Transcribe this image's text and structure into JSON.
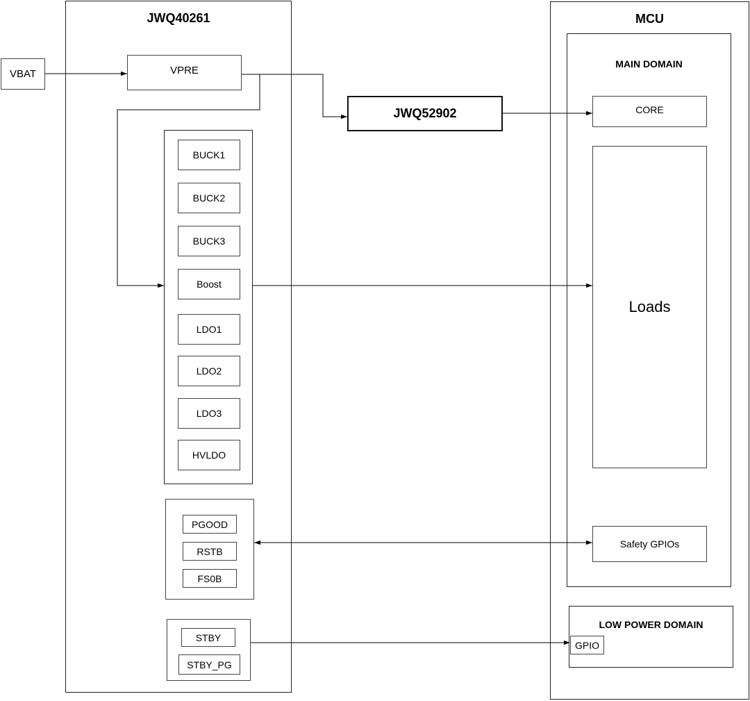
{
  "pmic": {
    "title": "JWQ40261",
    "vpre": "VPRE",
    "rails": [
      "BUCK1",
      "BUCK2",
      "BUCK3",
      "Boost",
      "LDO1",
      "LDO2",
      "LDO3",
      "HVLDO"
    ],
    "safety_signals": [
      "PGOOD",
      "RSTB",
      "FS0B"
    ],
    "standby_signals": [
      "STBY",
      "STBY_PG"
    ]
  },
  "vbat": "VBAT",
  "core_regulator": "JWQ52902",
  "mcu": {
    "title": "MCU",
    "main_domain": {
      "title": "MAIN DOMAIN",
      "core": "CORE",
      "loads": "Loads",
      "safety_gpios": "Safety GPIOs"
    },
    "low_power_domain": {
      "title": "LOW POWER DOMAIN",
      "gpio": "GPIO"
    }
  }
}
